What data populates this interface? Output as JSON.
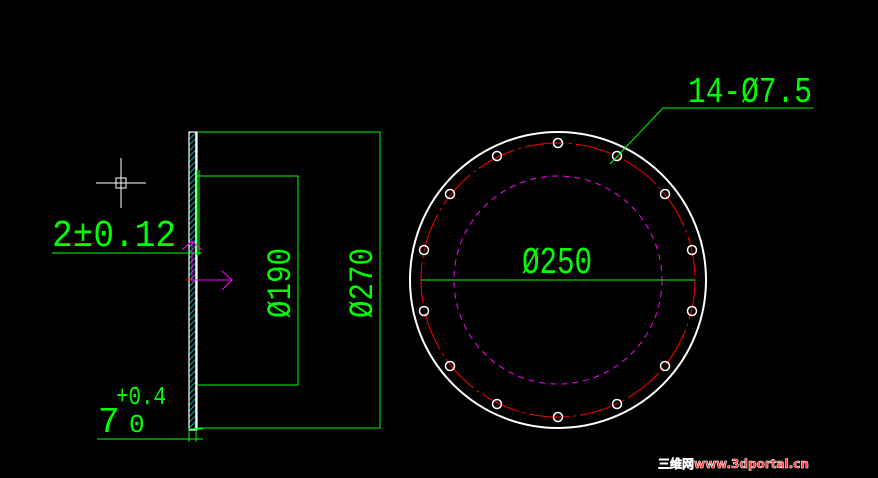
{
  "drawing": {
    "background": "#000000",
    "colors": {
      "dimension": "#00ff00",
      "outline": "#ffffff",
      "center_line": "#ff0000",
      "hidden_line": "#ff00ff",
      "hatch": "#00ffff"
    },
    "side_view": {
      "thickness_dim": "2±0.12",
      "dia_inner": "Ø190",
      "dia_outer": "Ø270",
      "tol_dim": {
        "base": "7",
        "upper": "+0.4",
        "lower": "0"
      }
    },
    "front_view": {
      "bolt_circle_dim": "Ø250",
      "holes_callout": "14-Ø7.5",
      "hole_count": 14
    },
    "watermark": "三维网www.3dportal.cn"
  }
}
